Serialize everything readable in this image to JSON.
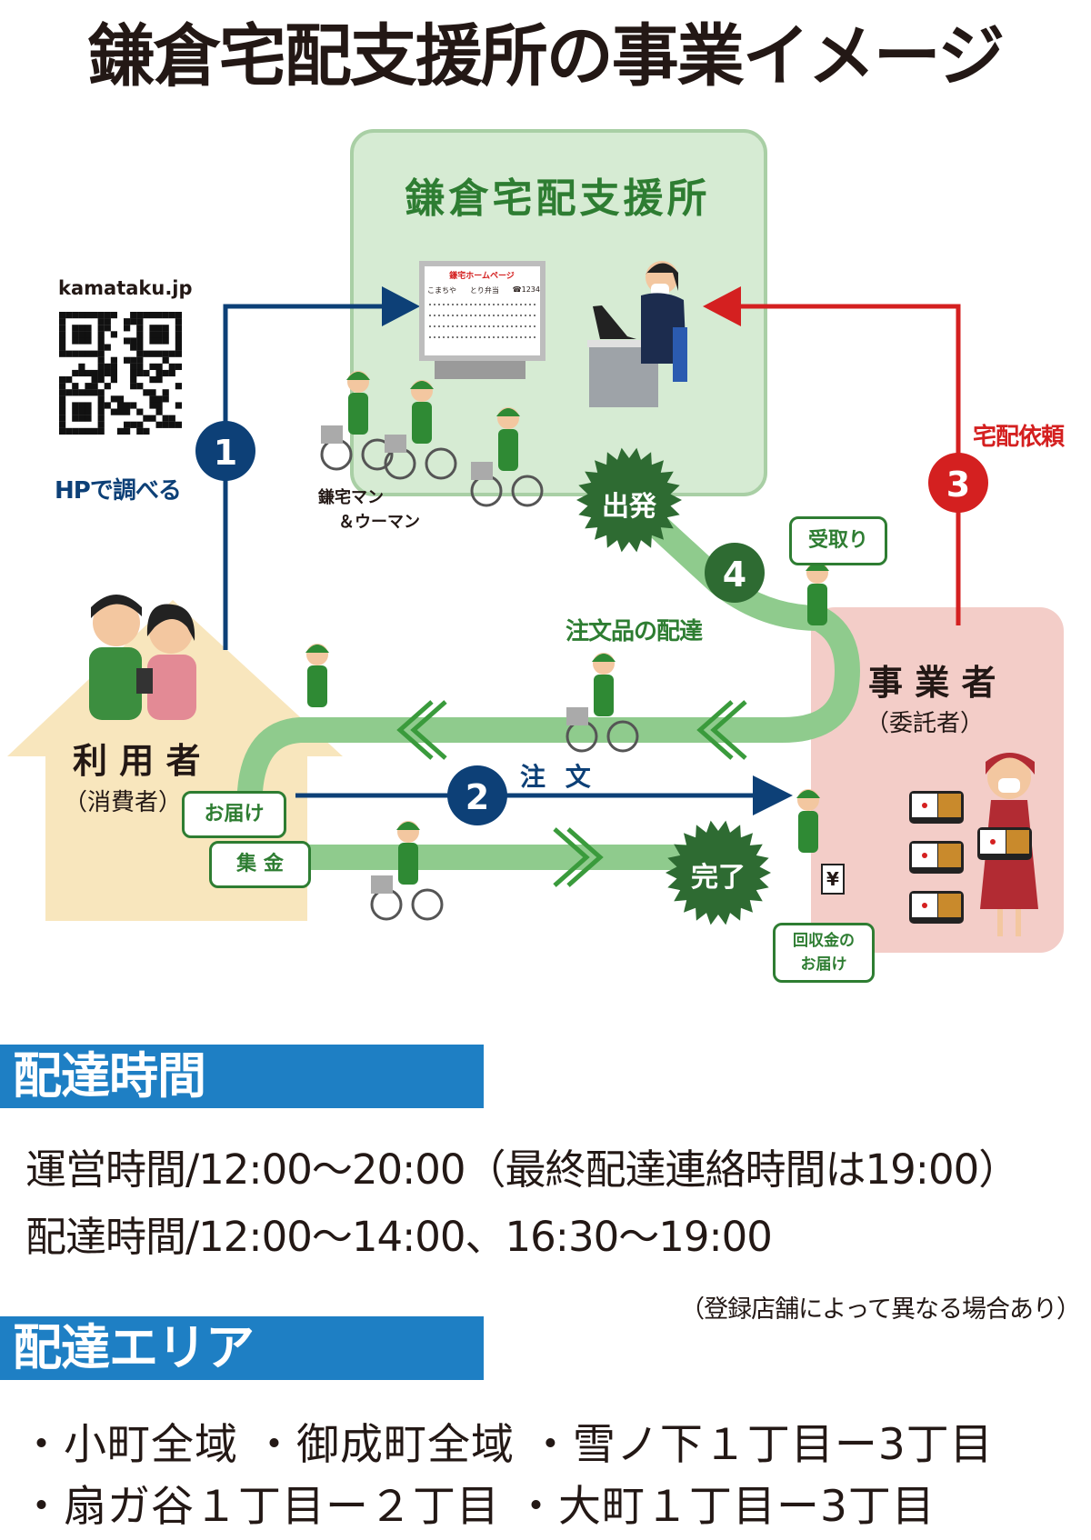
{
  "title": "鎌倉宅配支援所の事業イメージ",
  "diagram": {
    "center_box_title": "鎌倉宅配支援所",
    "homepage_screen": {
      "title": "鎌宅ホームページ",
      "row": [
        "こまちや",
        "とり弁当",
        "☎1234"
      ]
    },
    "website": "kamataku.jp",
    "step1": {
      "number": "1",
      "label": "HPで調べる"
    },
    "step2": {
      "number": "2",
      "label": "注 文"
    },
    "step3": {
      "number": "3",
      "label": "宅配依頼"
    },
    "step4": {
      "number": "4",
      "label": "注文品の配達"
    },
    "couriers_label": [
      "鎌宅マン",
      "＆ウーマン"
    ],
    "depart_badge": "出発",
    "complete_badge": "完了",
    "pickup_bubble": "受取り",
    "deliver_bubble": "お届け",
    "collect_bubble": "集 金",
    "return_money_bubble": [
      "回収金の",
      "お届け"
    ],
    "user": {
      "name": "利 用 者",
      "sub": "（消費者）"
    },
    "business": {
      "name": "事 業 者",
      "sub": "（委託者）"
    },
    "yen_sign": "¥",
    "colors": {
      "blue": "#0d4077",
      "red": "#d42020",
      "green": "#2e7d32",
      "path": "#8fcb8d",
      "green_box": "#d6ebd3",
      "pink_box": "#f3cdc8",
      "house": "#f8e6bd",
      "bar": "#1e7fc4"
    }
  },
  "delivery_time": {
    "heading": "配達時間",
    "operating": "運営時間/12:00〜20:00（最終配達連絡時間は19:00）",
    "delivery": "配達時間/12:00〜14:00、16:30〜19:00",
    "note": "（登録店舗によって異なる場合あり）"
  },
  "delivery_area": {
    "heading": "配達エリア",
    "line1": "・小町全域 ・御成町全域 ・雪ノ下１丁目ー3丁目",
    "line2": "・扇ガ谷１丁目ー２丁目 ・大町１丁目ー3丁目"
  }
}
